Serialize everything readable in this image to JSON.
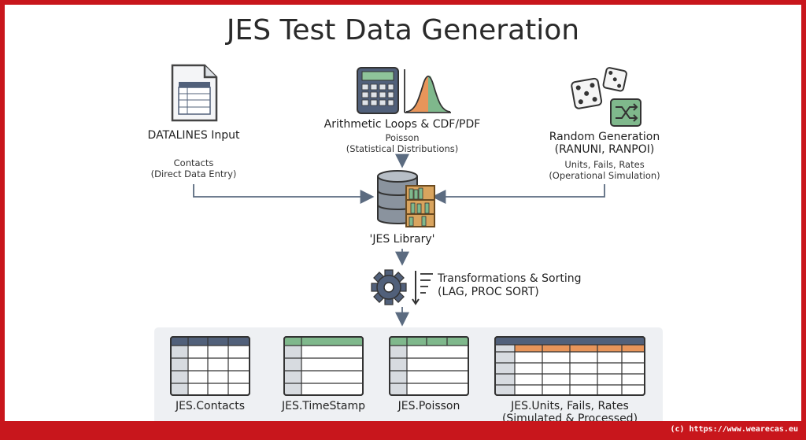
{
  "title": "JES Test Data Generation",
  "sources": {
    "datalines": {
      "label": "DATALINES Input",
      "sub1": "Contacts",
      "sub2": "(Direct Data Entry)"
    },
    "arithmetic": {
      "label": "Arithmetic Loops & CDF/PDF",
      "sub1": "Poisson",
      "sub2": "(Statistical Distributions)"
    },
    "random": {
      "label1": "Random Generation",
      "label2": "(RANUNI, RANPOI)",
      "sub1": "Units, Fails, Rates",
      "sub2": "(Operational Simulation)"
    }
  },
  "library": {
    "label": "'JES Library'"
  },
  "transform": {
    "label1": "Transformations & Sorting",
    "label2": "(LAG, PROC SORT)"
  },
  "outputs": [
    {
      "label": "JES.Contacts",
      "header_color": "#51607a"
    },
    {
      "label": "JES.TimeStamp",
      "header_color": "#7fb88c"
    },
    {
      "label": "JES.Poisson",
      "header_color": "#7fb88c"
    },
    {
      "label": "JES.Units, Fails, Rates",
      "label2": "(Simulated & Processed)",
      "header_color": "#51607a",
      "accent_color": "#e8955a"
    }
  ],
  "footer": {
    "copyright": "(c) https://www.wearecas.eu"
  },
  "colors": {
    "frame": "#c8161c",
    "arrow": "#5b6b80",
    "navy": "#51607a",
    "green": "#7fb88c",
    "orange": "#e8955a"
  }
}
